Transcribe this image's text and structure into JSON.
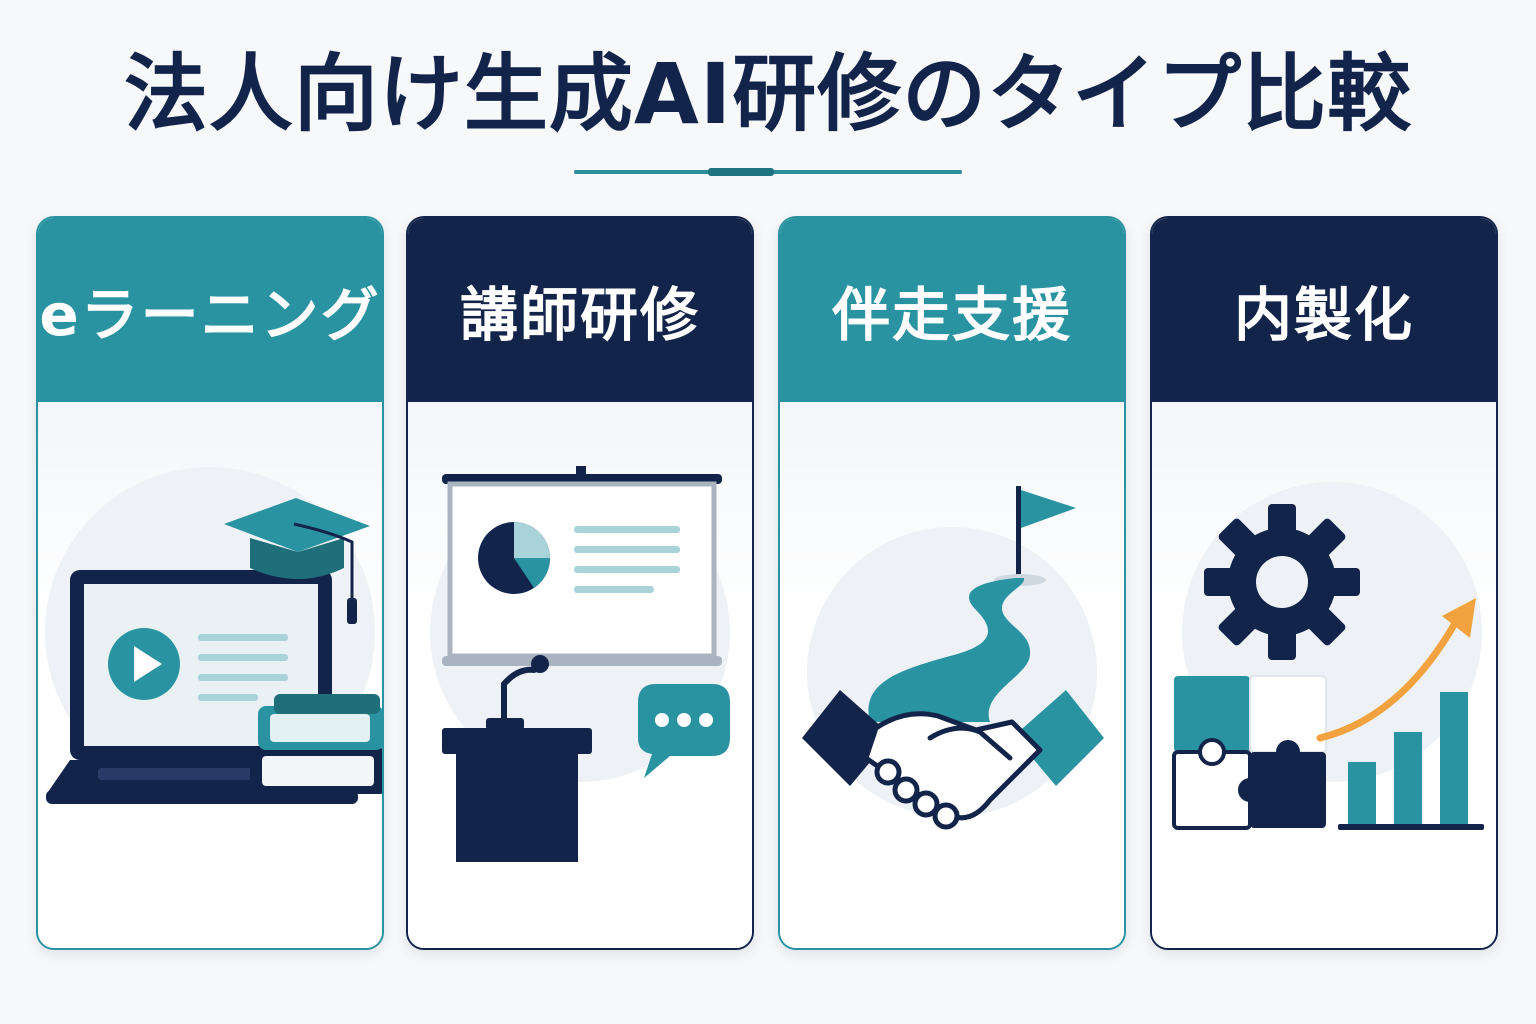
{
  "title": "法人向け生成AI研修のタイプ比較",
  "cards": [
    {
      "label": "eラーニング",
      "icon": "laptop-graduation-cap-books-icon",
      "theme": "teal"
    },
    {
      "label": "講師研修",
      "icon": "presentation-podium-speech-bubble-icon",
      "theme": "navy"
    },
    {
      "label": "伴走支援",
      "icon": "handshake-path-flag-icon",
      "theme": "teal"
    },
    {
      "label": "内製化",
      "icon": "gear-puzzle-growth-chart-icon",
      "theme": "navy"
    }
  ],
  "colors": {
    "navy": "#13244b",
    "teal": "#2a93a1",
    "light_teal": "#a9d3d8",
    "accent_orange": "#f2a340",
    "background": "#f6f8fa"
  }
}
